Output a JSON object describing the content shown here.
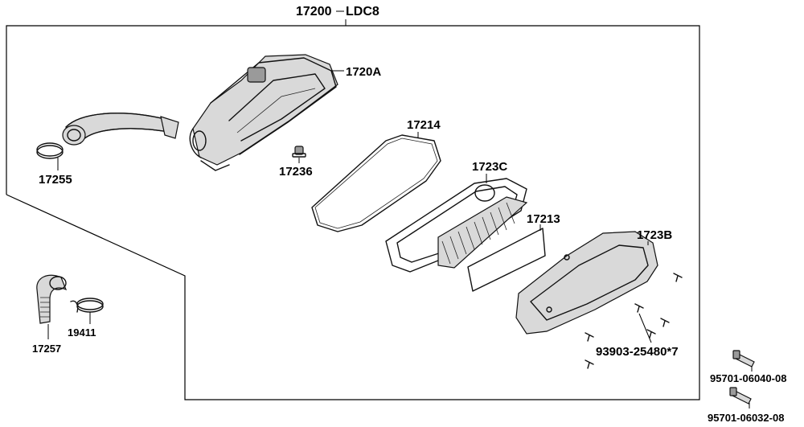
{
  "assembly": {
    "number": "17200",
    "suffix": "LDC8"
  },
  "parts": {
    "air_box_case": "1720A",
    "intake_tube": "17255",
    "drain_plug": "17236",
    "case_gasket": "17214",
    "filter_frame": "1723C",
    "filter_element": "17213",
    "cover": "1723B",
    "duct_hose": "17257",
    "hose_clamp": "19411",
    "screw": "93903-25480*7",
    "bolt_a": "95701-06040-08",
    "bolt_b": "95701-06032-08"
  }
}
